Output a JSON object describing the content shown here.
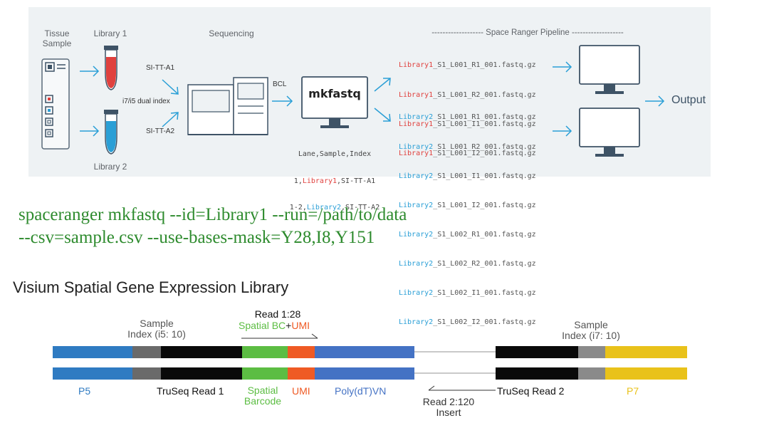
{
  "pipeline": {
    "tissue_label": "Tissue\nSample",
    "library1_label": "Library 1",
    "library2_label": "Library 2",
    "sequencing_label": "Sequencing",
    "index_a1": "SI-TT-A1",
    "index_a2": "SI-TT-A2",
    "dual_index": "i7/i5 dual index",
    "bcl_label": "BCL",
    "mkfastq_label": "mkfastq",
    "samplesheet": {
      "header": "Lane,Sample,Index",
      "row1_prefix": "1,",
      "row1_lib": "Library1",
      "row1_suffix": ",SI-TT-A1",
      "row2_prefix": "1-2,",
      "row2_lib": "Library2",
      "row2_suffix": ",SI-TT-A2"
    },
    "space_ranger_title": "------------------- Space Ranger Pipeline -------------------",
    "output_label": "Output",
    "lib1_files": [
      {
        "lib": "Library1",
        "rest": "_S1_L001_R1_001.fastq.gz"
      },
      {
        "lib": "Library1",
        "rest": "_S1_L001_R2_001.fastq.gz"
      },
      {
        "lib": "Library1",
        "rest": "_S1_L001_I1_001.fastq.gz"
      },
      {
        "lib": "Library1",
        "rest": "_S1_L001_I2_001.fastq.gz"
      }
    ],
    "lib2_files": [
      {
        "lib": "Library2",
        "rest": "_S1_L001_R1_001.fastq.gz"
      },
      {
        "lib": "Library2",
        "rest": "_S1_L001_R2_001.fastq.gz"
      },
      {
        "lib": "Library2",
        "rest": "_S1_L001_I1_001.fastq.gz"
      },
      {
        "lib": "Library2",
        "rest": "_S1_L001_I2_001.fastq.gz"
      },
      {
        "lib": "Library2",
        "rest": "_S1_L002_R1_001.fastq.gz"
      },
      {
        "lib": "Library2",
        "rest": "_S1_L002_R2_001.fastq.gz"
      },
      {
        "lib": "Library2",
        "rest": "_S1_L002_I1_001.fastq.gz"
      },
      {
        "lib": "Library2",
        "rest": "_S1_L002_I2_001.fastq.gz"
      }
    ]
  },
  "command": {
    "line1": "spaceranger  mkfastq --id=Library1 --run=/path/to/data",
    "line2": "--csv=sample.csv --use-bases-mask=Y28,I8,Y151"
  },
  "library": {
    "title": "Visium Spatial Gene Expression Library",
    "sample_index_i5": "Sample\nIndex (i5: 10)",
    "read1_top": "Read 1:28",
    "spatial_bc": "Spatial BC",
    "plus": "+",
    "umi_top": "UMI",
    "sample_index_i7": "Sample\nIndex (i7: 10)",
    "p5": "P5",
    "truseq1": "TruSeq Read 1",
    "spatial_barcode": "Spatial\nBarcode",
    "umi": "UMI",
    "polydt": "Poly(dT)VN",
    "read2": "Read 2:120\nInsert",
    "truseq2": "TruSeq Read 2",
    "p7": "P7"
  },
  "colors": {
    "p5_blue": "#2f7bc2",
    "index_gray": "#6a6a6a",
    "truseq_black": "#0a0a0a",
    "spatial_green": "#5cbd43",
    "umi_orange": "#ef5a24",
    "polydt_blue": "#4472c4",
    "insert_gray": "#c9c9c9",
    "p7_yellow": "#e9c21a",
    "command_green": "#2e8b2e",
    "lib1_red": "#e0413e",
    "lib2_blue": "#2a9fd6"
  },
  "icons": [
    "slide-icon",
    "tube-red-icon",
    "tube-blue-icon",
    "sequencer-icon",
    "monitor-icon",
    "arrow-icon"
  ]
}
